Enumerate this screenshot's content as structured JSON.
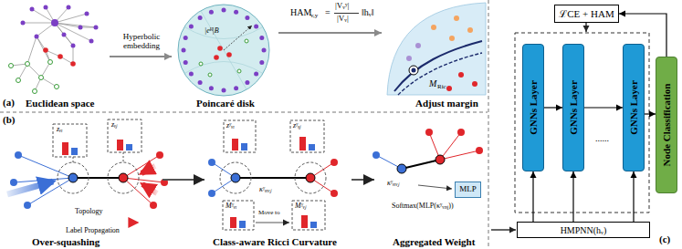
{
  "diagram": {
    "nodes": [
      {
        "text": [
          "MLP"
        ]
      },
      {
        "text": [
          "ℒCE + HAM"
        ]
      },
      {
        "text": [
          "GNNs Layer"
        ]
      },
      {
        "text": [
          "GNNs Layer"
        ]
      },
      {
        "text": [
          "GNNs Layer"
        ]
      },
      {
        "text": [
          "Node Classification"
        ]
      },
      {
        "text": [
          "HMPNN(hᵥ)"
        ]
      }
    ],
    "edges": [
      {
        "from": 2,
        "to": 3,
        "arrow": "to"
      },
      {
        "from": 3,
        "to": 4,
        "arrow": "to"
      },
      {
        "from": 4,
        "to": 5,
        "arrow": "to"
      },
      {
        "from": 5,
        "to": 1,
        "arrow": "to"
      },
      {
        "from": 6,
        "to": 2,
        "arrow": "to"
      },
      {
        "from": 6,
        "to": 3,
        "arrow": "to"
      },
      {
        "from": 6,
        "to": 4,
        "arrow": "to"
      }
    ],
    "labels": [
      "(a)",
      "Euclidean space",
      "Hyperbolic embedding",
      "|eᴴ|B",
      "Poincaré disk",
      "HAM",
      "v,y",
      "=",
      "|Vᵥʸ|",
      "|Vᵥ|",
      "‖hᵥ‖",
      "M",
      "Ric",
      "Adjust margin",
      "(b)",
      "zᵥᵢ",
      "zᵥⱼ",
      "Topology",
      "Label Propagation",
      "Over-squashing",
      "zʸᵥᵢ",
      "zʸᵥⱼ",
      "κʸᵥᵢᵥⱼ",
      "Mʸᵥᵢ",
      "Move to",
      "Mʸᵥⱼ",
      "Class-aware Ricci Curvature",
      "κʸᵥᵢᵥⱼ",
      "Softmax(MLP(κʸᵥᵢᵥⱼ))",
      "Aggregated Weight",
      "(c)",
      "......"
    ]
  }
}
